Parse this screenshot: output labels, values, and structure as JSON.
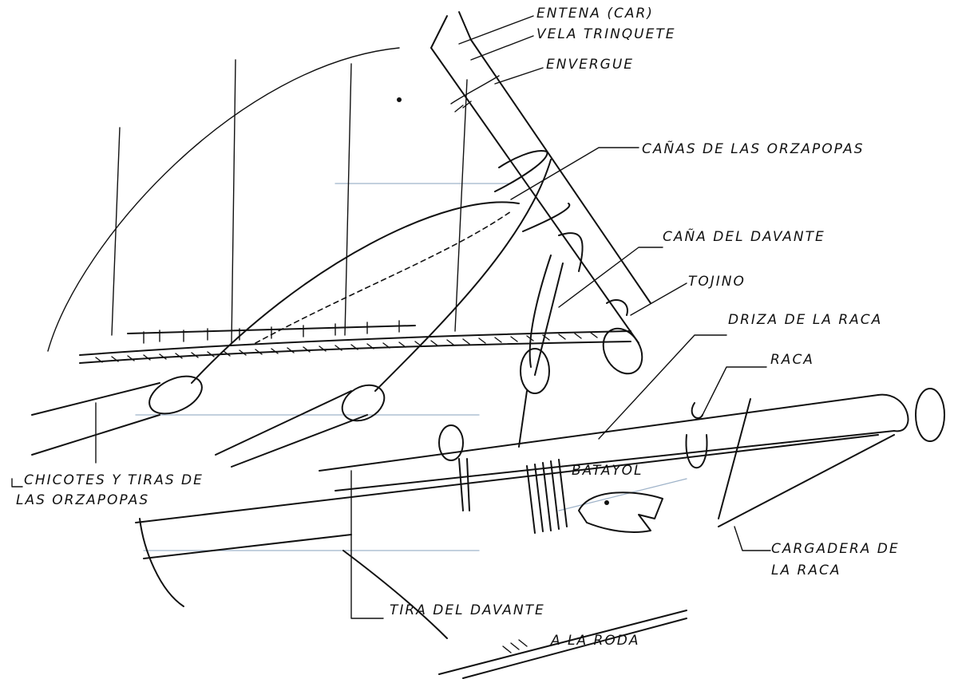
{
  "labels": {
    "entena": "ENTENA (CAR)",
    "vela_trinquete": "VELA TRINQUETE",
    "envergue": "ENVERGUE",
    "canas_orzapopas": "CAÑAS DE LAS ORZAPOPAS",
    "cana_davante": "CAÑA DEL DAVANTE",
    "tojino": "TOJINO",
    "driza_raca": "DRIZA DE LA RACA",
    "raca": "RACA",
    "batayol": "BATAYOL",
    "chicotes_line1": "CHICOTES Y TIRAS DE",
    "chicotes_line2": "LAS ORZAPOPAS",
    "cargadera_line1": "CARGADERA DE",
    "cargadera_line2": "LA RACA",
    "tira_davante": "TIRA DEL DAVANTE",
    "a_la_roda": "A LA RODA"
  }
}
